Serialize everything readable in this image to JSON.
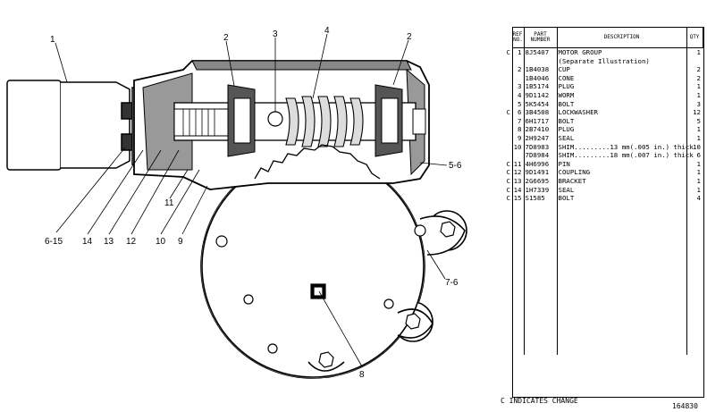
{
  "callouts": {
    "c1": "1",
    "c2a": "2",
    "c3": "3",
    "c4": "4",
    "c2b": "2",
    "c56": "5-6",
    "c76": "7-6",
    "c8": "8",
    "c615": "6-15",
    "c14": "14",
    "c13": "13",
    "c12": "12",
    "c10": "10",
    "c9": "9",
    "c11": "11"
  },
  "table": {
    "headers": {
      "ref": "REF. NO.",
      "part": "PART NUMBER",
      "description": "DESCRIPTION",
      "qty": "QTY"
    },
    "rows": [
      {
        "chg": "C",
        "ref": "1",
        "part": "8J5407",
        "desc": "MOTOR GROUP",
        "qty": "1"
      },
      {
        "chg": "",
        "ref": "",
        "part": "",
        "desc": "(Separate Illustration)",
        "qty": ""
      },
      {
        "chg": "",
        "ref": "2",
        "part": "1B4038",
        "desc": "CUP",
        "qty": "2"
      },
      {
        "chg": "",
        "ref": "",
        "part": "1B4046",
        "desc": "CONE",
        "qty": "2"
      },
      {
        "chg": "",
        "ref": "3",
        "part": "1B5174",
        "desc": "PLUG",
        "qty": "1"
      },
      {
        "chg": "",
        "ref": "4",
        "part": "9D1142",
        "desc": "WORM",
        "qty": "1"
      },
      {
        "chg": "",
        "ref": "5",
        "part": "5K5454",
        "desc": "BOLT",
        "qty": "3"
      },
      {
        "chg": "C",
        "ref": "6",
        "part": "3B4508",
        "desc": "LOCKWASHER",
        "qty": "12"
      },
      {
        "chg": "",
        "ref": "7",
        "part": "6H1717",
        "desc": "BOLT",
        "qty": "5"
      },
      {
        "chg": "",
        "ref": "8",
        "part": "2B7410",
        "desc": "PLUG",
        "qty": "1"
      },
      {
        "chg": "",
        "ref": "9",
        "part": "2H9247",
        "desc": "SEAL",
        "qty": "1"
      },
      {
        "chg": "",
        "ref": "10",
        "part": "7D8983",
        "desc": "SHIM.........13 mm(.005 in.) thick",
        "qty": "10"
      },
      {
        "chg": "",
        "ref": "",
        "part": "7D8984",
        "desc": "SHIM.........18 mm(.007 in.) thick",
        "qty": "6"
      },
      {
        "chg": "C",
        "ref": "11",
        "part": "4H6996",
        "desc": "PIN",
        "qty": "1"
      },
      {
        "chg": "C",
        "ref": "12",
        "part": "9D1491",
        "desc": "COUPLING",
        "qty": "1"
      },
      {
        "chg": "C",
        "ref": "13",
        "part": "2G6695",
        "desc": "BRACKET",
        "qty": "1"
      },
      {
        "chg": "C",
        "ref": "14",
        "part": "1H7339",
        "desc": "SEAL",
        "qty": "1"
      },
      {
        "chg": "C",
        "ref": "15",
        "part": "S1585",
        "desc": "BOLT",
        "qty": "4"
      }
    ]
  },
  "footnote": "C INDICATES CHANGE",
  "figure_id": "164830"
}
